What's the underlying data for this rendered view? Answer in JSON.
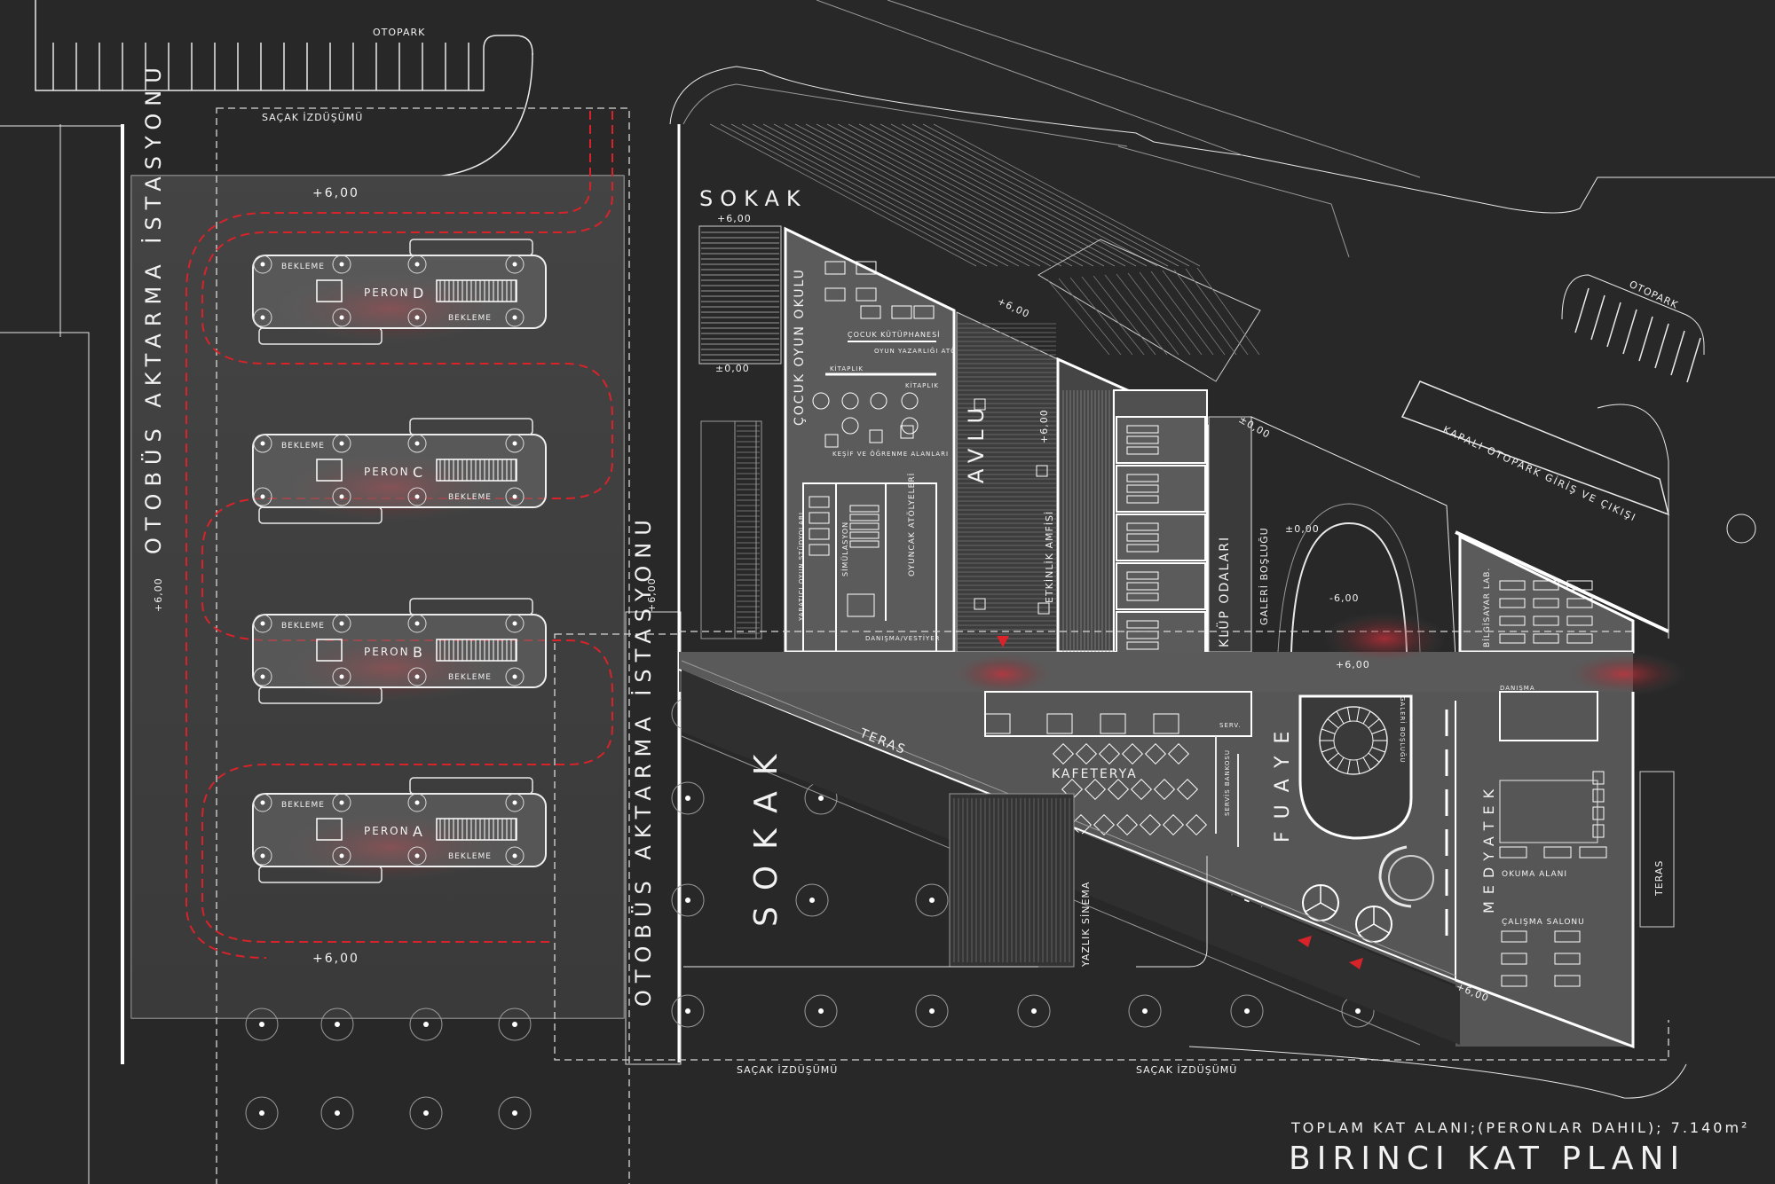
{
  "title": "BIRINCI KAT PLANI",
  "area_label": "TOPLAM KAT ALANI;(PERONLAR DAHIL); 7.140m²",
  "labels": {
    "otopark_top": "OTOPARK",
    "otopark_right": "OTOPARK",
    "sacak_top": "SAÇAK İZDÜŞÜMÜ",
    "sacak_bottom_left": "SAÇAK İZDÜŞÜMÜ",
    "sacak_bottom_right": "SAÇAK İZDÜŞÜMÜ",
    "station_left": "OTOBÜS AKTARMA İSTASYONU",
    "station_right": "OTOBÜS AKTARMA İSTASYONU",
    "level_600": "+6,00",
    "level_000": "±0,00",
    "level_neg600": "-6,00",
    "sokak_top": "SOKAK",
    "sokak_big": "SOKAK",
    "kapali_otopark": "KAPALI OTOPARK GİRİŞ VE ÇIKIŞI",
    "cocuk_oyun_okulu": "ÇOCUK OYUN OKULU",
    "cocuk_kutuphanesi": "ÇOCUK KÜTÜPHANESİ",
    "oyun_yazarligi": "OYUN YAZARLIĞI ATÖLYESİ",
    "kitaplik": "KİTAPLIK",
    "kesif": "KEŞİF VE ÖĞRENME ALANLARI",
    "yaratici": "YARATICI OYUN STÜDYOLARI",
    "simulasyon": "SİMÜLASYON",
    "oyuncak": "OYUNCAK ATÖLYELERİ",
    "danisma_vestiyer": "DANIŞMA/VESTİYER",
    "avlu": "AVLU",
    "etkinlik": "ETKİNLİK AMFİSİ",
    "klup_odalari": "KLÜP ODALARI",
    "galeri_boslugu": "GALERİ BOŞLUĞU",
    "bilgisayar": "BİLGİSAYAR LAB.",
    "danisma": "DANIŞMA",
    "kafeterya": "KAFETERYA",
    "servis": "SERVİS BANKOSU",
    "serv": "SERV.",
    "fuaye": "FUAYE",
    "medyatek": "MEDYATEK",
    "okuma": "OKUMA ALANI",
    "calisma": "ÇALIŞMA SALONU",
    "teras_left": "TERAS",
    "teras_right": "TERAS",
    "yazlik": "YAZLIK SİNEMA",
    "bekleme": "BEKLEME",
    "peron": "PERON"
  },
  "platforms": [
    {
      "letter": "D"
    },
    {
      "letter": "C"
    },
    {
      "letter": "B"
    },
    {
      "letter": "A"
    }
  ],
  "colors": {
    "background": "#282828",
    "line": "#e8e8e8",
    "accent_red": "#d8232a",
    "fill_light": "#5e5e5e"
  },
  "icons": [
    "north-arrow-icon",
    "entrance-arrow-icon",
    "revolving-door-icon",
    "spiral-stair-icon"
  ]
}
